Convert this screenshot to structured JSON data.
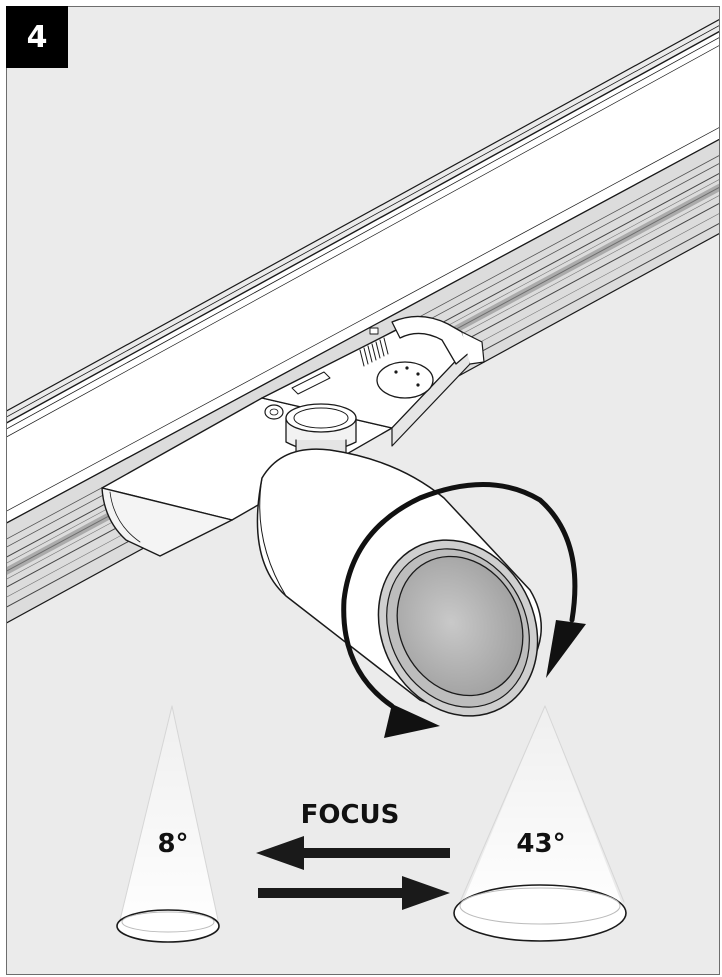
{
  "step_number": "4",
  "labels": {
    "focus": "FOCUS",
    "narrow_angle": "8°",
    "wide_angle": "43°"
  },
  "colors": {
    "background": "#ebebeb",
    "badge": "#000000",
    "line": "#1a1a1a",
    "beam": "#f7f7f7"
  }
}
